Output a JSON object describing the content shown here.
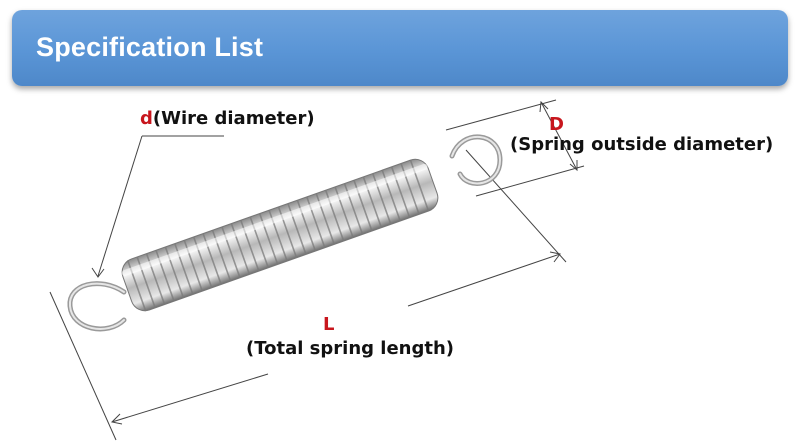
{
  "header": {
    "title": "Specification List"
  },
  "labels": {
    "wire_diameter": {
      "symbol": "d",
      "text": "(Wire diameter)"
    },
    "outside_diameter": {
      "symbol": "D",
      "text": "(Spring outside diameter)"
    },
    "total_length": {
      "symbol": "L",
      "text": "(Total spring length)"
    }
  },
  "colors": {
    "banner": "#5a95d6",
    "banner_text": "#ffffff",
    "symbol": "#c8161d",
    "text": "#111111",
    "dimension_line": "#444444",
    "spring_metal": "#c9c9c9"
  }
}
